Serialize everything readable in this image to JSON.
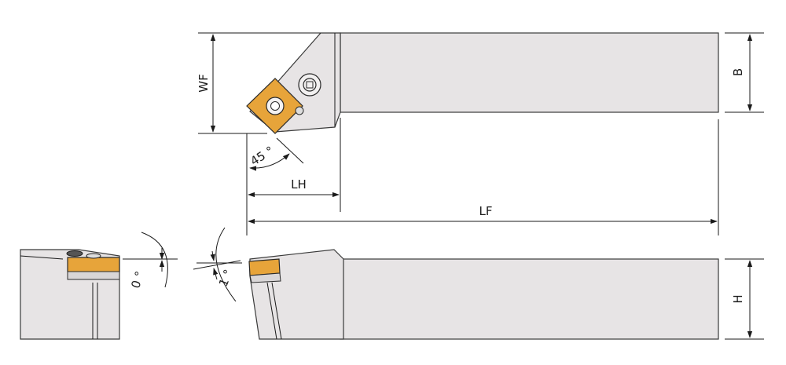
{
  "labels": {
    "wf": "WF",
    "b": "B",
    "lh": "LH",
    "lf": "LF",
    "h": "H",
    "angle_approach": "45 °",
    "angle_side": "0 °",
    "angle_front": "1 °"
  },
  "colors": {
    "body_fill": "#e7e4e5",
    "insert_fill": "#e7a43a",
    "line": "#1a1a1a"
  }
}
